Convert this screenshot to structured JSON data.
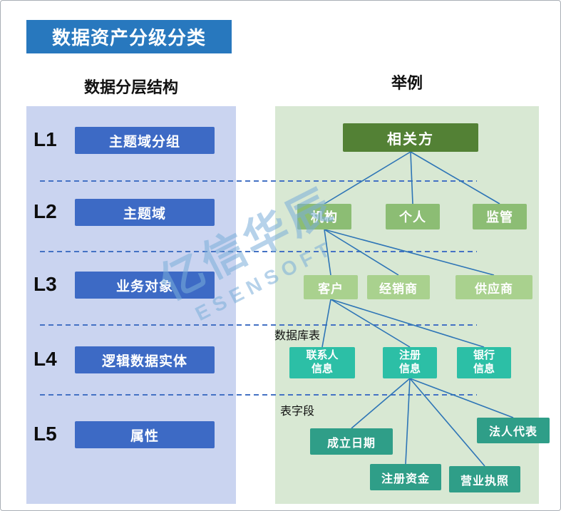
{
  "title": "数据资产分级分类",
  "left": {
    "header": "数据分层结构",
    "levels": [
      {
        "code": "L1",
        "label": "主题域分组"
      },
      {
        "code": "L2",
        "label": "主题域"
      },
      {
        "code": "L3",
        "label": "业务对象"
      },
      {
        "code": "L4",
        "label": "逻辑数据实体"
      },
      {
        "code": "L5",
        "label": "属性"
      }
    ]
  },
  "right": {
    "header": "举例",
    "tree": {
      "root": "相关方",
      "level2": [
        "机构",
        "个人",
        "监管"
      ],
      "level3": [
        "客户",
        "经销商",
        "供应商"
      ],
      "level4": [
        "联系人\n信息",
        "注册\n信息",
        "银行\n信息"
      ],
      "level5": [
        "成立日期",
        "注册资金",
        "营业执照",
        "法人代表"
      ],
      "db_table_label": "数据库表",
      "field_label": "表字段"
    }
  },
  "watermark": {
    "line1": "亿信华辰",
    "line2": "ESENSOFT"
  },
  "colors": {
    "title_blue": "#2878be",
    "level_button_blue": "#3d6ac5",
    "left_panel": "#cad4f0",
    "right_panel": "#d8e8d3",
    "root_green": "#538135",
    "l2_green": "#8cbd74",
    "l3_green": "#a9d18e",
    "l4_teal": "#2cbfa6",
    "l5_teal": "#2f9e88",
    "connector_blue": "#2e75b6",
    "dashed_blue": "#4472c4"
  }
}
